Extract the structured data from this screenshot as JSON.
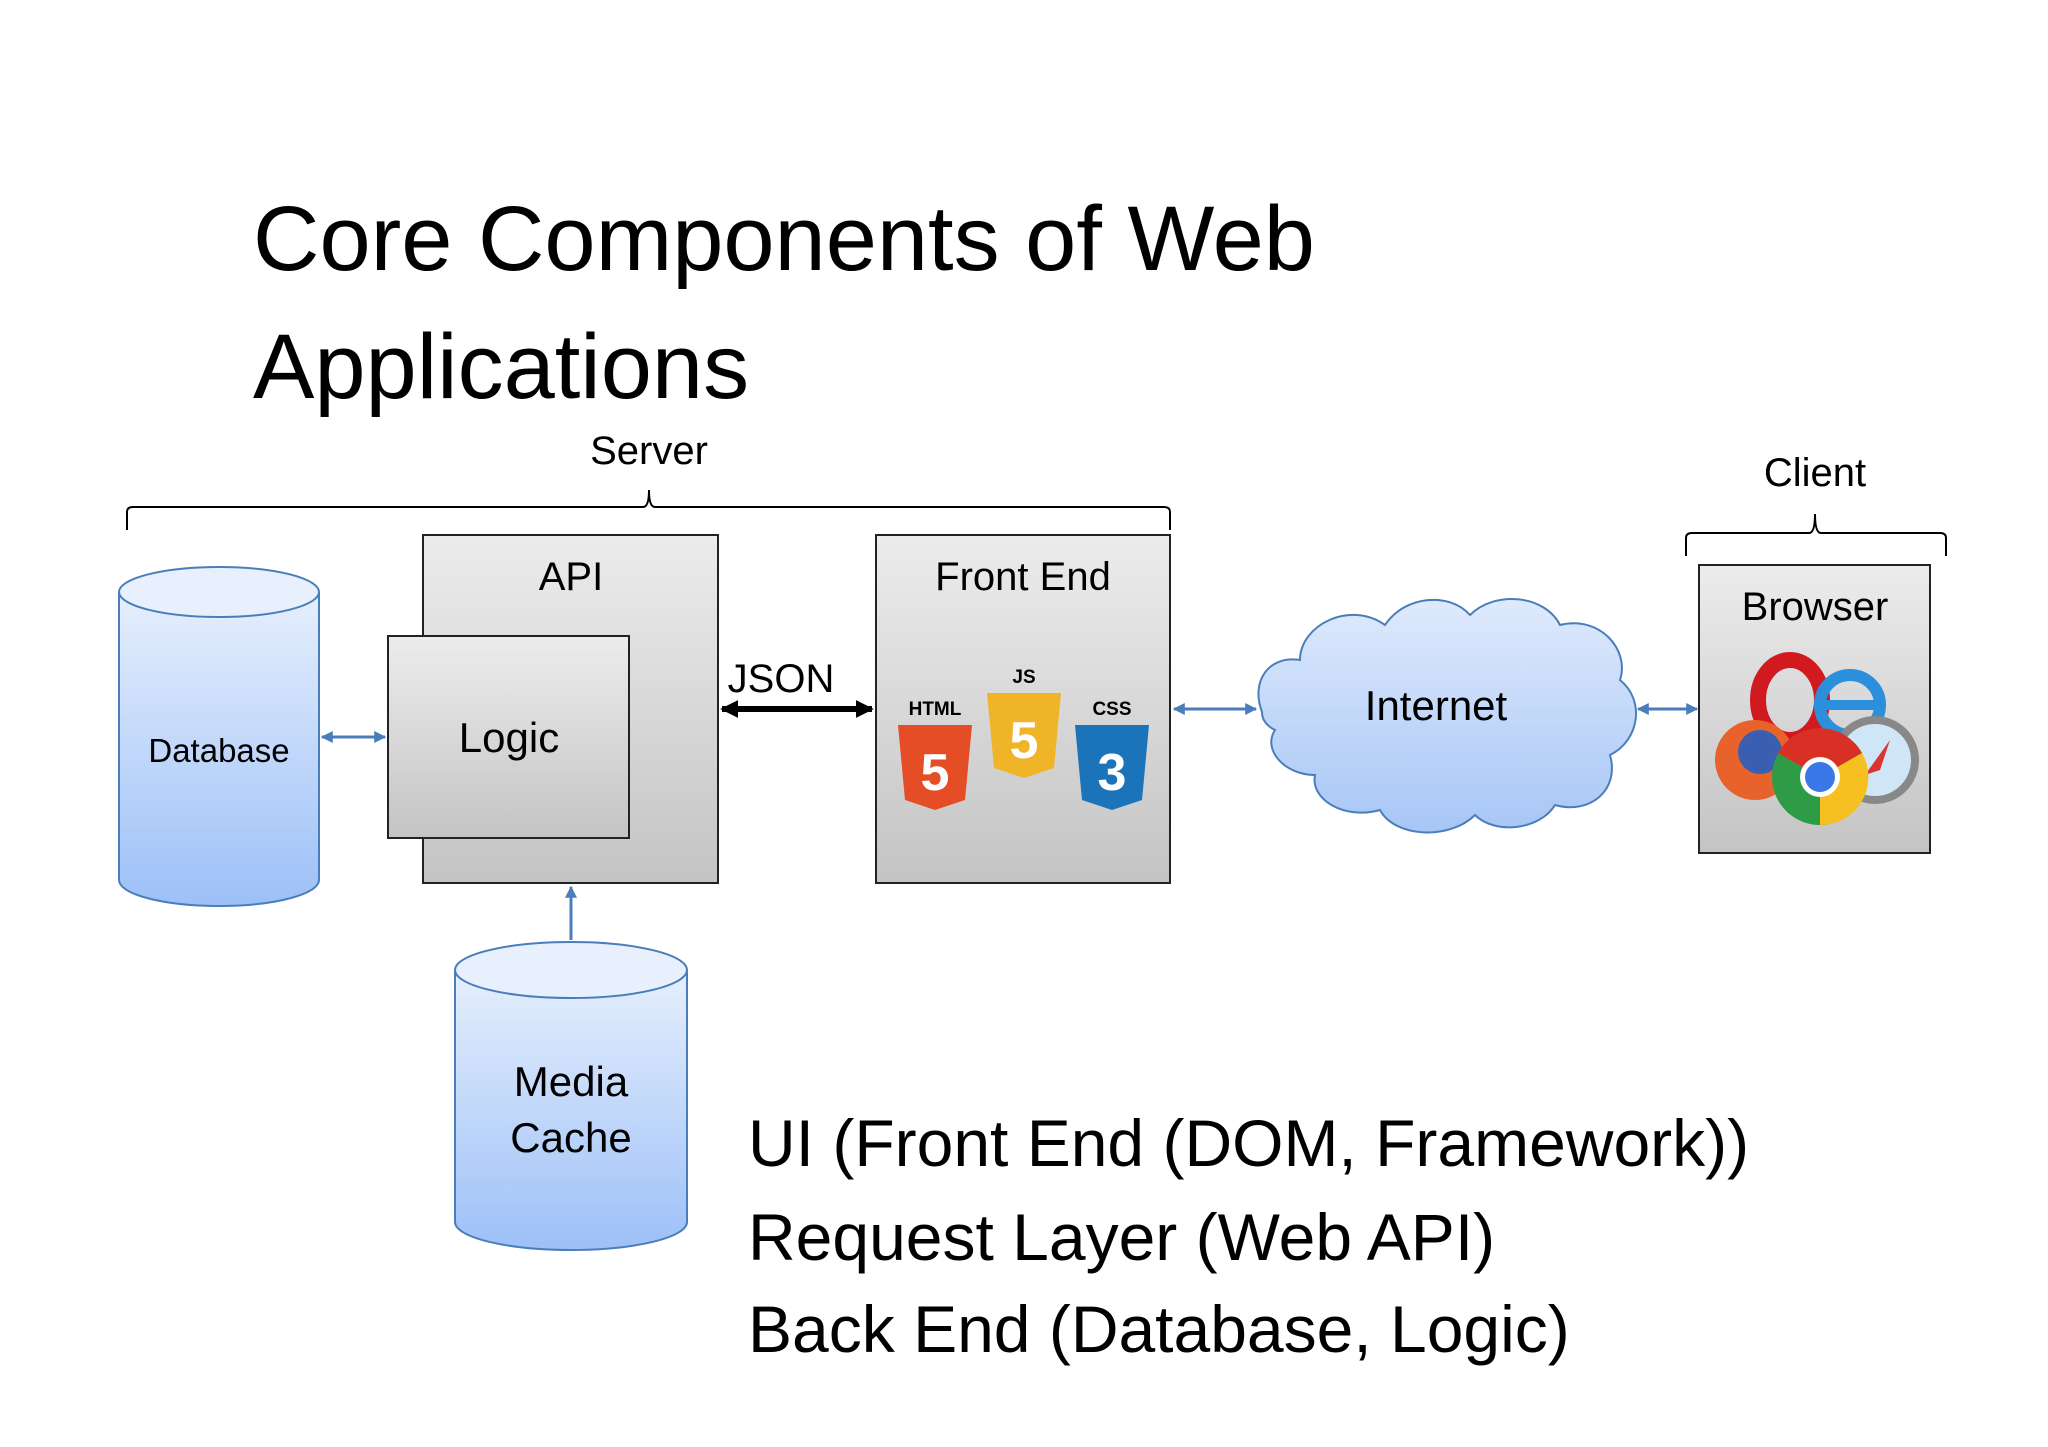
{
  "title": {
    "line1": "Core Components of Web",
    "line2": "Applications"
  },
  "groups": {
    "server": "Server",
    "client": "Client"
  },
  "nodes": {
    "database": "Database",
    "api": "API",
    "logic": "Logic",
    "front_end": "Front End",
    "internet": "Internet",
    "browser": "Browser",
    "media_cache": {
      "line1": "Media",
      "line2": "Cache"
    }
  },
  "edges": {
    "json": "JSON"
  },
  "logos": {
    "html": "HTML",
    "js": "JS",
    "css": "CSS",
    "html_num": "5",
    "js_num": "5",
    "css_num": "3"
  },
  "bullets": [
    "UI (Front End (DOM, Framework))",
    "Request Layer (Web API)",
    "Back End (Database, Logic)"
  ],
  "colors": {
    "cylinder": "#a9c8f5",
    "arrow": "#4a7ebb",
    "box": "#d4d4d4",
    "html": "#e44d26",
    "js": "#f0b429",
    "css": "#1b73ba"
  }
}
